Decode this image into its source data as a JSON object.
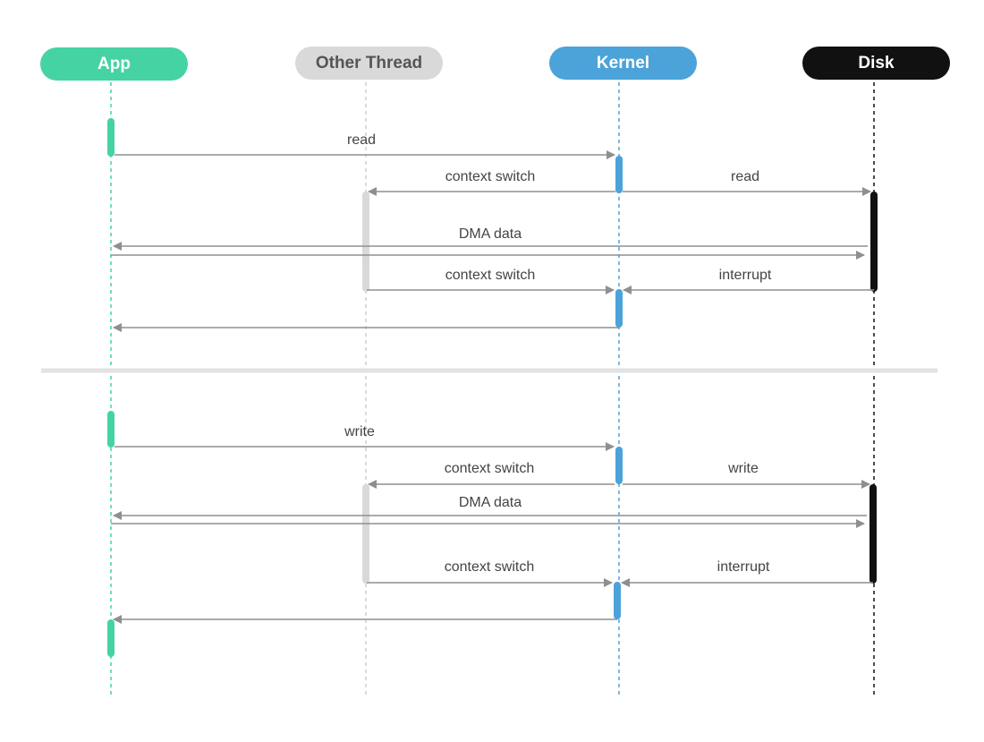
{
  "participants": [
    {
      "id": "app",
      "label": "App",
      "color": "#45d3a4",
      "text_color": "#ffffff"
    },
    {
      "id": "other",
      "label": "Other Thread",
      "color": "#d9d9d9",
      "text_color": "#555555"
    },
    {
      "id": "kernel",
      "label": "Kernel",
      "color": "#4ba3da",
      "text_color": "#ffffff"
    },
    {
      "id": "disk",
      "label": "Disk",
      "color": "#111111",
      "text_color": "#ffffff"
    }
  ],
  "arrow_color": "#8f8f8f",
  "separator_color": "#e2e2e2",
  "read_section": {
    "messages": [
      {
        "label": "read"
      },
      {
        "label": "context switch"
      },
      {
        "label": "read"
      },
      {
        "label": "DMA data"
      },
      {
        "label": "context switch"
      },
      {
        "label": "interrupt"
      },
      {
        "label": ""
      }
    ]
  },
  "write_section": {
    "messages": [
      {
        "label": "write"
      },
      {
        "label": "context switch"
      },
      {
        "label": "write"
      },
      {
        "label": "DMA data"
      },
      {
        "label": "context switch"
      },
      {
        "label": "interrupt"
      },
      {
        "label": ""
      }
    ]
  }
}
